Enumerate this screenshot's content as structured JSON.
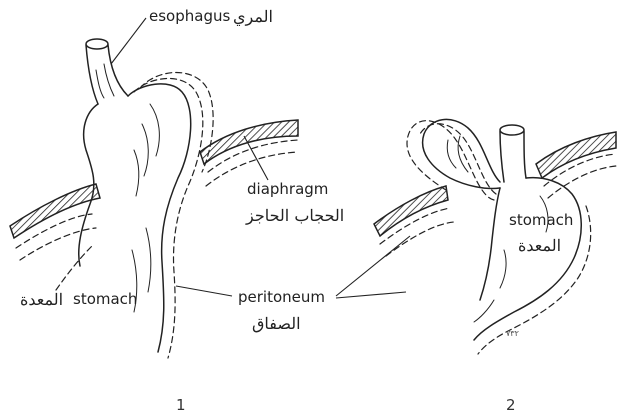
{
  "figure_1": {
    "number": "1",
    "labels": {
      "esophagus_en": "esophagus",
      "esophagus_ar": "المري",
      "diaphragm_en": "diaphragm",
      "diaphragm_ar": "الحجاب الحاجز",
      "stomach_en": "stomach",
      "stomach_ar": "المعدة",
      "peritoneum_en": "peritoneum",
      "peritoneum_ar": "الصفاق"
    }
  },
  "figure_2": {
    "number": "2",
    "labels": {
      "stomach_en": "stomach",
      "stomach_ar": "المعدة"
    },
    "page_mark": "۷۳۲"
  },
  "colors": {
    "ink": "#222222",
    "background": "#ffffff"
  }
}
